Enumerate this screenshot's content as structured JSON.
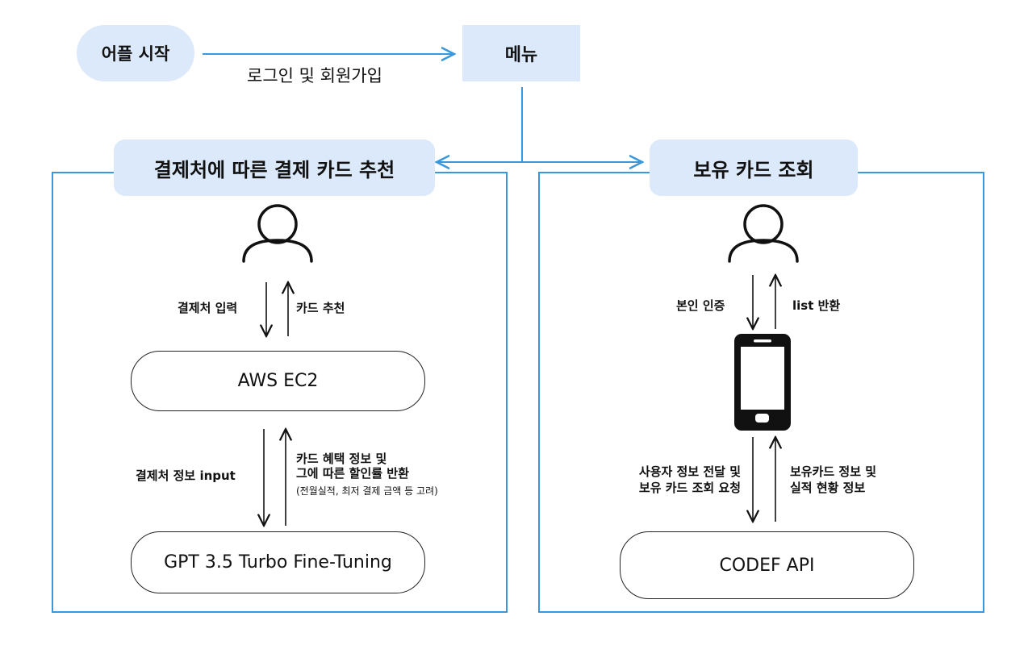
{
  "top": {
    "start_label": "어플 시작",
    "menu_label": "메뉴",
    "login_edge_label": "로그인 및 회원가입"
  },
  "left_panel": {
    "title": "결제처에 따른 결제 카드 추천",
    "user_to_ec2_label": "결제처 입력",
    "ec2_to_user_label": "카드 추천",
    "ec2_label": "AWS EC2",
    "ec2_to_gpt_label": "결제처 정보 input",
    "gpt_to_ec2_line1": "카드 혜택 정보 및",
    "gpt_to_ec2_line2": "그에 따른 할인률 반환",
    "gpt_to_ec2_note": "(전월실적, 최저 결제 금액 등 고려)",
    "gpt_label": "GPT 3.5 Turbo Fine-Tuning"
  },
  "right_panel": {
    "title": "보유 카드 조회",
    "user_to_phone_label": "본인 인증",
    "phone_to_user_label": "list 반환",
    "phone_to_api_line1": "사용자 정보 전달 및",
    "phone_to_api_line2": "보유 카드 조회 요청",
    "api_to_phone_line1": "보유카드 정보 및",
    "api_to_phone_line2": "실적 현황 정보",
    "api_label": "CODEF API"
  },
  "colors": {
    "accent_blue": "#3a97dd",
    "fill_light_blue": "#dbe9fa",
    "ink": "#111111"
  }
}
